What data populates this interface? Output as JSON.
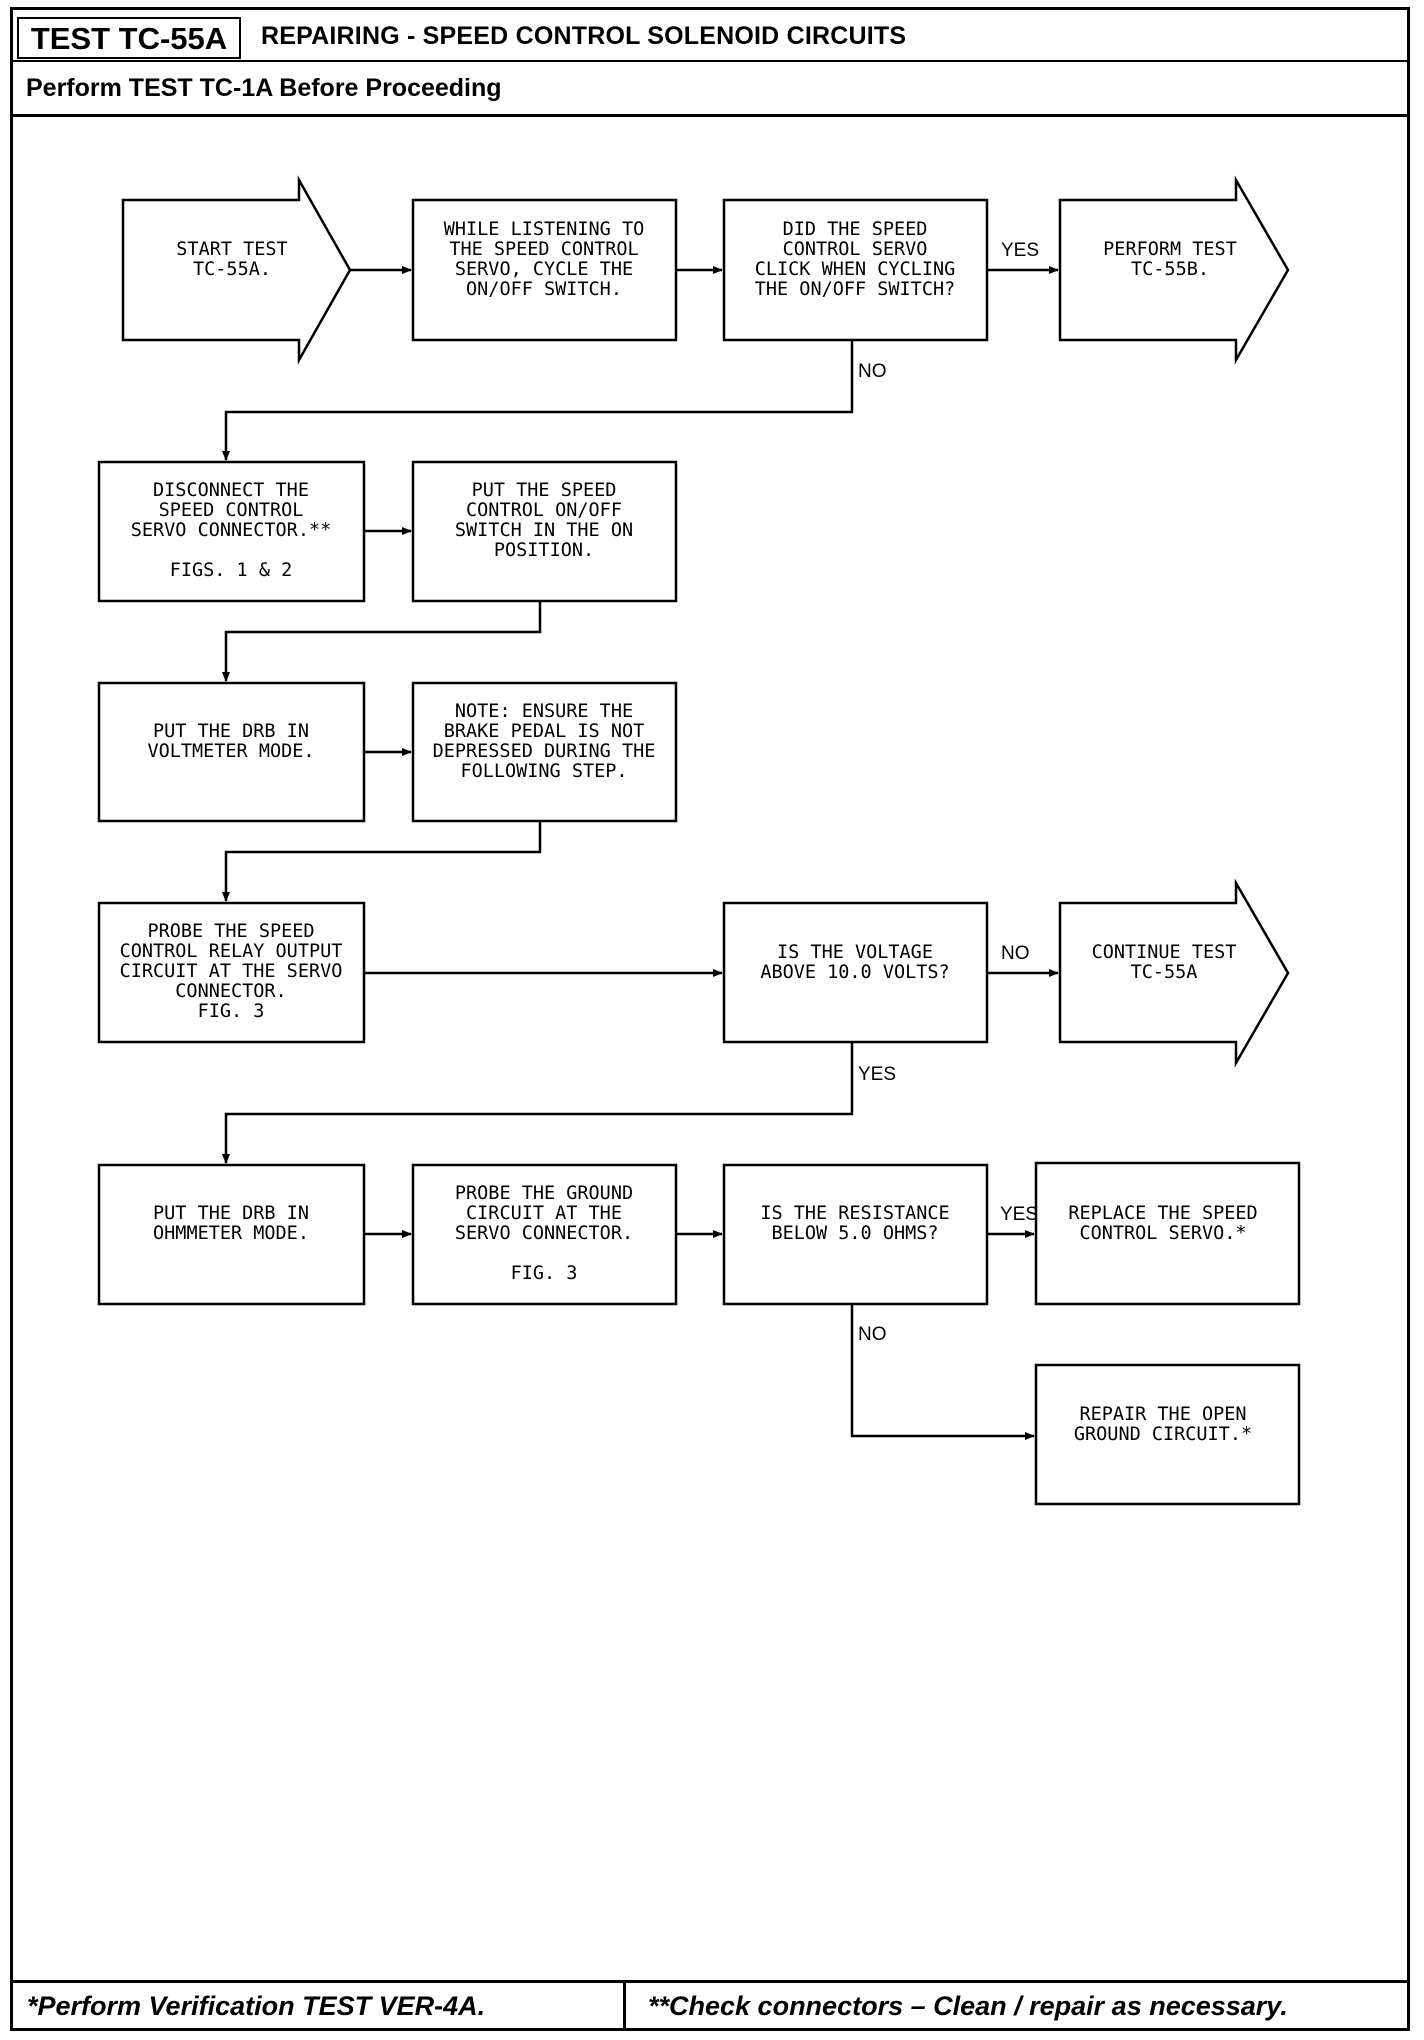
{
  "header": {
    "test_id": "TEST TC-55A",
    "title": "REPAIRING - SPEED CONTROL SOLENOID CIRCUITS",
    "prerequisite": "Perform TEST TC-1A Before Proceeding"
  },
  "flowchart": {
    "start": [
      "START TEST",
      "TC-55A."
    ],
    "step_listen": [
      "WHILE LISTENING TO",
      "THE SPEED CONTROL",
      "SERVO, CYCLE THE",
      "ON/OFF SWITCH."
    ],
    "q_click": [
      "DID THE SPEED",
      "CONTROL SERVO",
      "CLICK WHEN CYCLING",
      "THE ON/OFF SWITCH?"
    ],
    "perform_55b": [
      "PERFORM TEST",
      "TC-55B."
    ],
    "step_disconnect": [
      "DISCONNECT THE",
      "SPEED CONTROL",
      "SERVO CONNECTOR.**",
      "FIGS. 1 & 2"
    ],
    "step_switch_on": [
      "PUT THE SPEED",
      "CONTROL ON/OFF",
      "SWITCH IN THE ON",
      "POSITION."
    ],
    "step_voltmeter": [
      "PUT THE DRB IN",
      "VOLTMETER MODE."
    ],
    "step_note": [
      "NOTE:  ENSURE THE",
      "BRAKE PEDAL IS NOT",
      "DEPRESSED DURING THE",
      "FOLLOWING STEP."
    ],
    "step_probe_relay": [
      "PROBE THE SPEED",
      "CONTROL RELAY OUTPUT",
      "CIRCUIT AT THE SERVO",
      "CONNECTOR.",
      "FIG. 3"
    ],
    "q_voltage": [
      "IS THE VOLTAGE",
      "ABOVE 10.0 VOLTS?"
    ],
    "continue_55a": [
      "CONTINUE TEST",
      "TC-55A"
    ],
    "step_ohmmeter": [
      "PUT THE DRB IN",
      "OHMMETER MODE."
    ],
    "step_probe_ground": [
      "PROBE THE GROUND",
      "CIRCUIT AT THE",
      "SERVO CONNECTOR.",
      "FIG. 3"
    ],
    "q_resistance": [
      "IS THE RESISTANCE",
      "BELOW 5.0 OHMS?"
    ],
    "replace_servo": [
      "REPLACE THE SPEED",
      "CONTROL SERVO.*"
    ],
    "repair_ground": [
      "REPAIR THE OPEN",
      "GROUND CIRCUIT.*"
    ],
    "labels": {
      "click_yes": "YES",
      "click_no": "NO",
      "voltage_no": "NO",
      "voltage_yes": "YES",
      "resistance_yes": "YES",
      "resistance_no": "NO"
    }
  },
  "footer": {
    "left_note": "*Perform Verification TEST VER-4A.",
    "right_note": "**Check connectors – Clean / repair as necessary."
  }
}
